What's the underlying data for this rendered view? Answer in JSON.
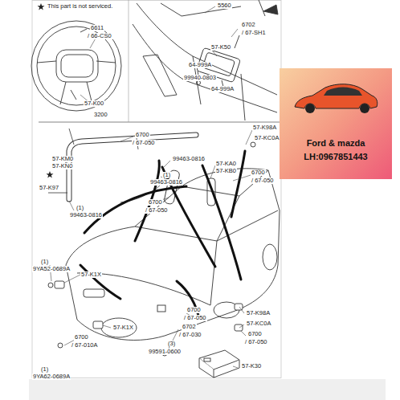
{
  "diagram": {
    "nodes": [
      {
        "text": [
          "Ford & mazda",
          "LH:0967851443"
        ]
      }
    ],
    "labels": [
      "This part is not serviced.",
      "5560",
      "6611",
      "/ 66-CS0",
      "6702",
      "/ 67-SH1",
      "57-K50",
      "64-999A",
      "99940-0803",
      "64-999A",
      "57-K00",
      "3200",
      "6700",
      "/ 67-050",
      "57-K98A",
      "57-KC0A",
      "57-KM0",
      "57-KN0",
      "99463-0816",
      "57-KA0",
      "57-KB0",
      "6700",
      "/ 67-050",
      "(1)",
      "99463-0816",
      "57-K97",
      "6700",
      "/ 67-050",
      "(1)",
      "99463-0816",
      "(1)",
      "9YA52-0689A",
      "57-K1X",
      "57-K98A",
      "6700",
      "/ 67-050",
      "57-KC0A",
      "6700",
      "/ 67-050",
      "57-K1X",
      "6702",
      "/ 67-030",
      "6700",
      "/ 67-010A",
      "(3)",
      "99591-0600",
      "(1)",
      "9YA62-0689A",
      "57-K30"
    ]
  }
}
